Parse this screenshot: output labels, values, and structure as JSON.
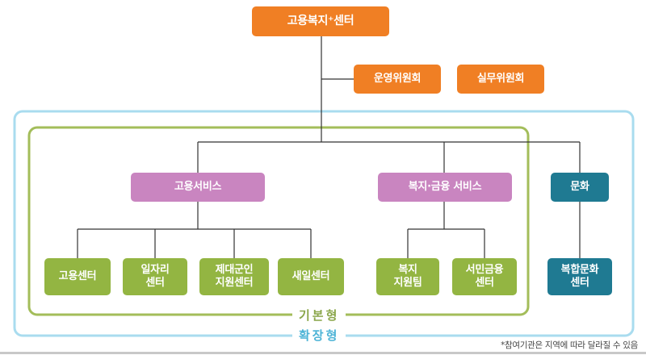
{
  "nodes": {
    "center": "고용복지⁺센터",
    "operating_committee": "운영위원회",
    "working_committee": "실무위원회",
    "employment_services": "고용서비스",
    "welfare_finance_services": "복지·금융 서비스",
    "culture": "문화",
    "employment_center": "고용센터",
    "job_center": "일자리\n센터",
    "veterans_support_center": "제대군인\n지원센터",
    "saeil_center": "새일센터",
    "welfare_support_team": "복지\n지원팀",
    "microfinance_center": "서민금융\n센터",
    "complex_culture_center": "복합문화\n센터"
  },
  "frames": {
    "basic_label": "기본형",
    "extended_label": "확장형"
  },
  "footnote": "*참여기관은 지역에 따라 달라질 수 있음",
  "colors": {
    "orange": "#f07f24",
    "pink": "#c985c0",
    "teal": "#1f7a92",
    "green": "#93b542",
    "basic_frame": "#a3bd5a",
    "extended_frame": "#a9dcef",
    "connector": "#333333"
  }
}
